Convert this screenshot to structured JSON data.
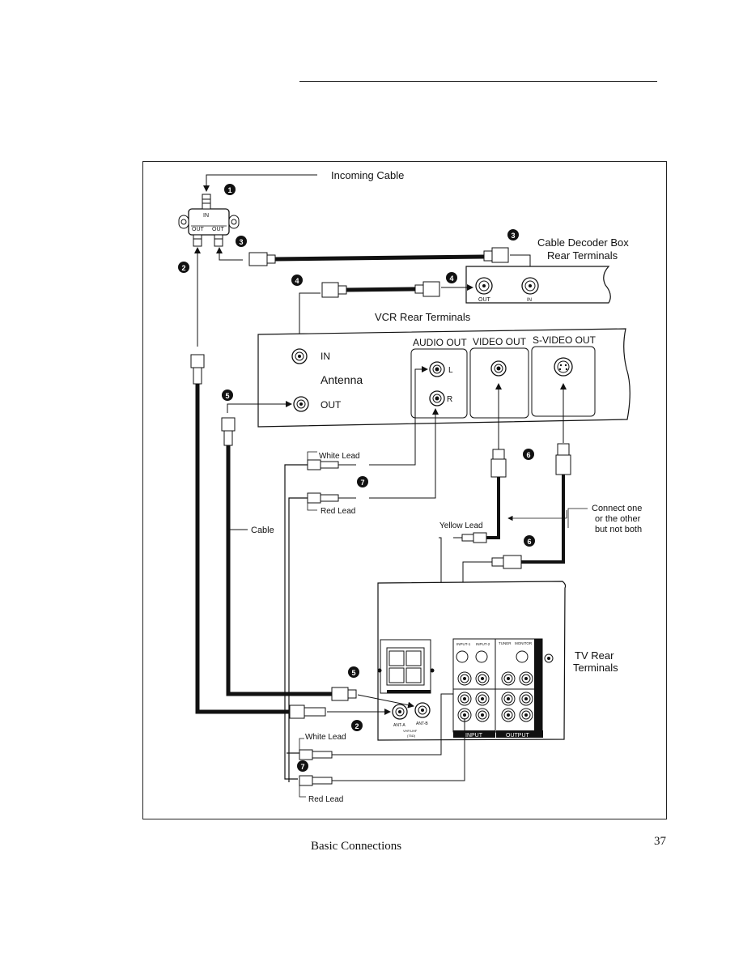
{
  "header": {
    "rule": true
  },
  "labels": {
    "incoming_cable": "Incoming Cable",
    "cable_decoder_line1": "Cable Decoder Box",
    "cable_decoder_line2": "Rear Terminals",
    "vcr_rear": "VCR Rear Terminals",
    "audio_out": "AUDIO OUT",
    "video_out": "VIDEO OUT",
    "svideo_out": "S-VIDEO OUT",
    "in": "IN",
    "antenna": "Antenna",
    "out": "OUT",
    "l": "L",
    "r": "R",
    "decoder_out": "OUT",
    "decoder_in": "IN",
    "splitter_in": "IN",
    "splitter_out1": "OUT",
    "splitter_out2": "OUT",
    "white_lead_top": "White Lead",
    "red_lead_top": "Red Lead",
    "cable": "Cable",
    "yellow_lead": "Yellow Lead",
    "connect_line1": "Connect one",
    "connect_line2": "or the other",
    "connect_line3": "but not both",
    "tv_rear_line1": "TV Rear",
    "tv_rear_line2": "Terminals",
    "white_lead_bottom": "White Lead",
    "red_lead_bottom": "Red Lead",
    "tv_input": "INPUT",
    "tv_output": "OUTPUT",
    "tv_input1": "INPUT-1",
    "tv_input2": "INPUT-2",
    "tv_tuner": "TUNER",
    "tv_monitor": "MONITOR",
    "ant_a": "ANT-A",
    "ant_b": "ANT-B",
    "vhf_uhf": "VHF/UHF",
    "ohm": "(75Ω)"
  },
  "callouts": {
    "c1": "1",
    "c2": "2",
    "c3": "3",
    "c4": "4",
    "c5": "5",
    "c6": "6",
    "c7": "7"
  },
  "footer": {
    "title": "Basic Connections",
    "page": "37"
  }
}
